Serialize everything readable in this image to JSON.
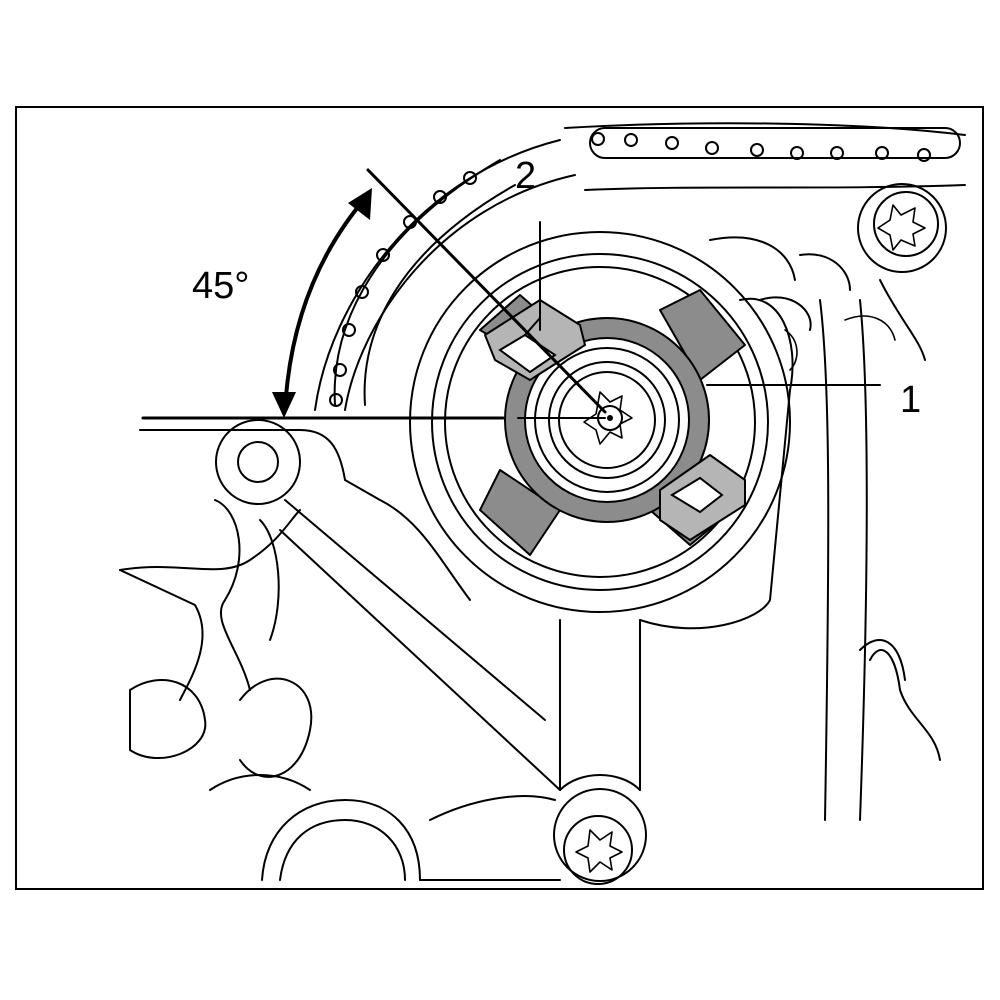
{
  "diagram": {
    "angle_label": "45°",
    "callouts": [
      {
        "id": "tool",
        "text": "1"
      },
      {
        "id": "locking-pin",
        "text": "2"
      }
    ]
  }
}
